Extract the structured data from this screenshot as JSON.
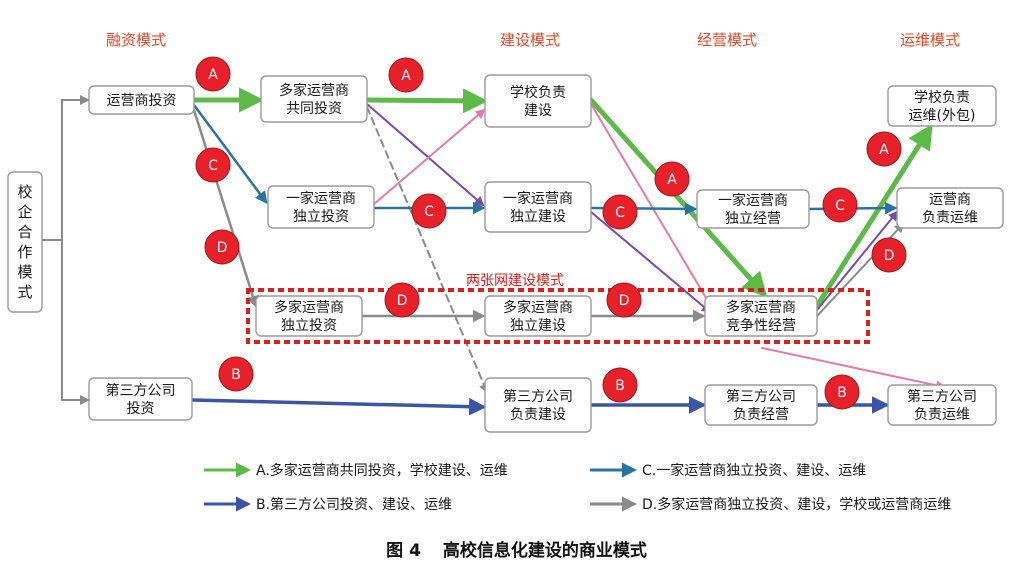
{
  "headers": {
    "financing": "融资模式",
    "construction": "建设模式",
    "operation": "经营模式",
    "maintenance": "运维模式"
  },
  "nodes": {
    "root": "校企合作模式",
    "operator_invest": "运营商投资",
    "multi_joint_invest": [
      "多家运营商",
      "共同投资"
    ],
    "single_indep_invest": [
      "一家运营商",
      "独立投资"
    ],
    "multi_indep_invest": [
      "多家运营商",
      "独立投资"
    ],
    "third_party_invest": [
      "第三方公司",
      "投资"
    ],
    "school_build": [
      "学校负责",
      "建设"
    ],
    "single_indep_build": [
      "一家运营商",
      "独立建设"
    ],
    "multi_indep_build": [
      "多家运营商",
      "独立建设"
    ],
    "third_party_build": [
      "第三方公司",
      "负责建设"
    ],
    "single_indep_operate": [
      "一家运营商",
      "独立经营"
    ],
    "multi_compete_operate": [
      "多家运营商",
      "竞争性经营"
    ],
    "third_party_operate": [
      "第三方公司",
      "负责经营"
    ],
    "school_maintain": [
      "学校负责",
      "运维(外包)"
    ],
    "operator_maintain": [
      "运营商",
      "负责运维"
    ],
    "third_party_maintain": [
      "第三方公司",
      "负责运维"
    ]
  },
  "two_network_label": "两张网建设模式",
  "badges": {
    "a": "A",
    "b": "B",
    "c": "C",
    "d": "D"
  },
  "legend": {
    "a": "A.多家运营商共同投资，学校建设、运维",
    "b": "B.第三方公司投资、建设、运维",
    "c": "C.一家运营商独立投资、建设、运维",
    "d": "D.多家运营商独立投资、建设，学校或运营商运维"
  },
  "caption": {
    "figure": "图 4",
    "title": "高校信息化建设的商业模式"
  },
  "colors": {
    "green": "#5cba47",
    "blue": "#3b55a6",
    "teal": "#2a72a0",
    "gray": "#8a8a8a",
    "purple": "#7b4aa8",
    "pink": "#e67aa8",
    "red_header": "#e3492a",
    "badge_fill": "#e8202a",
    "dashed_frame": "#d9201e"
  }
}
